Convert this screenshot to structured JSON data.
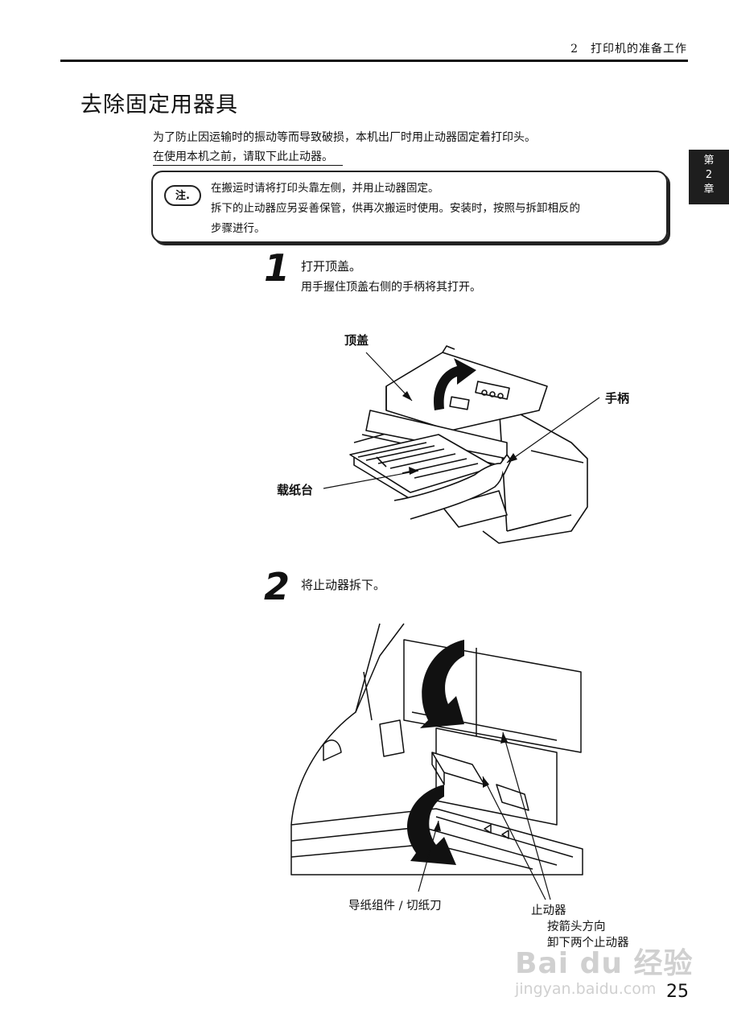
{
  "header": {
    "chapter_ref": "2　打印机的准备工作"
  },
  "chapter_tab": {
    "line1": "第",
    "line2": "2",
    "line3": "章"
  },
  "title": "去除固定用器具",
  "intro": {
    "line1": "为了防止因运输时的振动等而导致破损，本机出厂时用止动器固定着打印头。",
    "line2": "在使用本机之前，请取下此止动器。"
  },
  "note": {
    "badge": "注.",
    "line1": "在搬运时请将打印头靠左侧，并用止动器固定。",
    "line2": "拆下的止动器应另妥善保管，供再次搬运时使用。安装时，按照与拆卸相反的",
    "line3": "步骤进行。"
  },
  "steps": [
    {
      "number": "1",
      "title": "打开顶盖。",
      "description": "用手握住顶盖右侧的手柄将其打开。"
    },
    {
      "number": "2",
      "title": "将止动器拆下。"
    }
  ],
  "figure1": {
    "label_top_cover": "顶盖",
    "label_handle": "手柄",
    "label_paper_tray": "载纸台"
  },
  "figure2": {
    "label_paper_guide": "导纸组件 / 切纸刀",
    "label_stopper": "止动器",
    "label_stopper_note1": "按箭头方向",
    "label_stopper_note2": "卸下两个止动器"
  },
  "page_number": "25",
  "watermark": {
    "logo": "Bai du 经验",
    "url": "jingyan.baidu.com"
  }
}
